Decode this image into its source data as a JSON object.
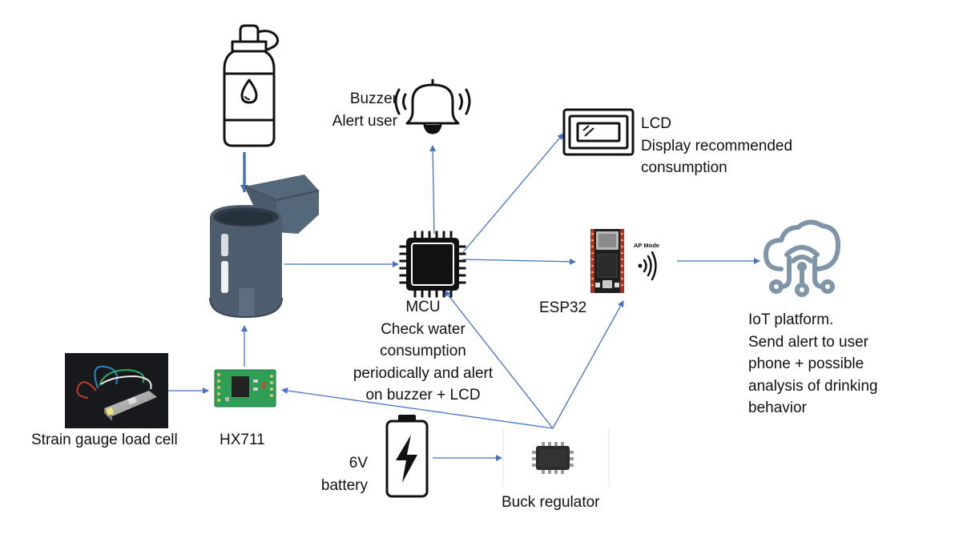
{
  "labels": {
    "buzzer": [
      "Buzzer",
      "Alert user"
    ],
    "lcd": [
      "LCD",
      "Display recommended",
      "consumption"
    ],
    "mcu": [
      "MCU",
      "Check water",
      "consumption",
      "periodically and alert",
      "on buzzer + LCD"
    ],
    "esp32": "ESP32",
    "ap_mode": "AP Mode",
    "iot": [
      "IoT platform.",
      "Send alert to user",
      "phone + possible",
      "analysis of drinking",
      "behavior"
    ],
    "load_cell": "Strain gauge load cell",
    "hx711": "HX711",
    "battery": [
      "6V",
      "battery"
    ],
    "buck": "Buck regulator"
  },
  "icons": {
    "bottle": "water-bottle-icon",
    "holder": "bottle-holder-icon",
    "bell": "alarm-bell-icon",
    "lcd": "lcd-display-icon",
    "mcu": "microcontroller-chip-icon",
    "esp32": "esp32-board-icon",
    "wifi": "wifi-signal-icon",
    "cloud": "cloud-iot-icon",
    "load_cell": "load-cell-photo",
    "hx711": "hx711-board-icon",
    "battery": "battery-charging-icon",
    "buck": "buck-regulator-chip-icon"
  },
  "colors": {
    "arrow": "#4472c4",
    "holder": "#4d5d6e",
    "board_green": "#2f9e56",
    "esp_red": "#c0392b",
    "cloud": "#7f95a8"
  }
}
